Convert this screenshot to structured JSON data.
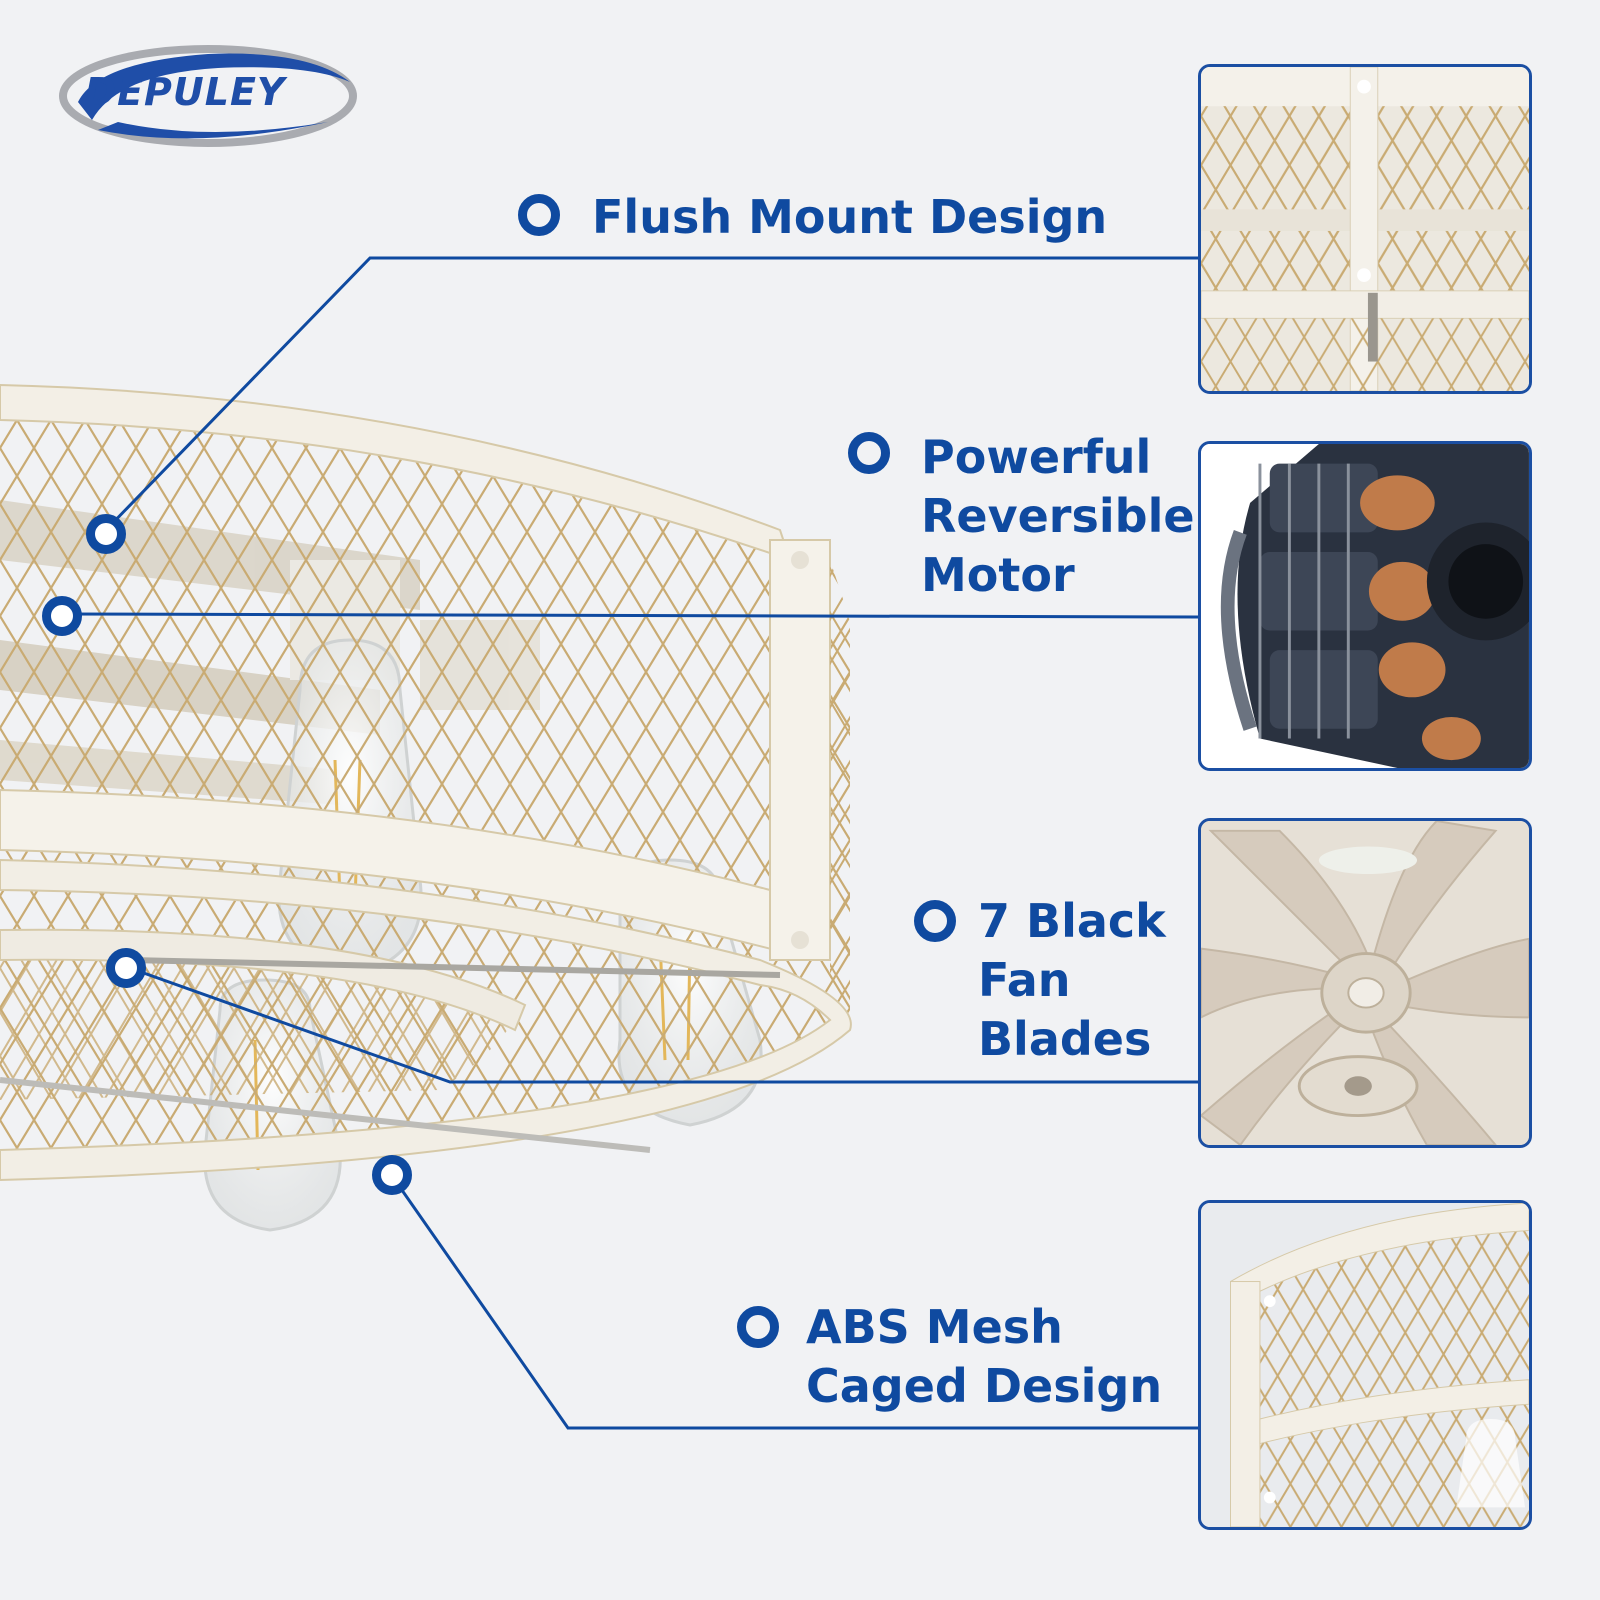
{
  "brand": {
    "logo_text": "DEPULEY"
  },
  "colors": {
    "accent": "#0f4aa0",
    "background": "#f1f2f4",
    "frame": "#1b4fa3"
  },
  "features": [
    {
      "lines": [
        "Flush Mount Design"
      ],
      "icon": "ring-bullet-icon"
    },
    {
      "lines": [
        "Powerful",
        "Reversible",
        "Motor"
      ],
      "icon": "ring-bullet-icon"
    },
    {
      "lines": [
        "7 Black",
        "Fan",
        "Blades"
      ],
      "icon": "ring-bullet-icon"
    },
    {
      "lines": [
        "ABS Mesh",
        "Caged Design"
      ],
      "icon": "ring-bullet-icon"
    }
  ]
}
